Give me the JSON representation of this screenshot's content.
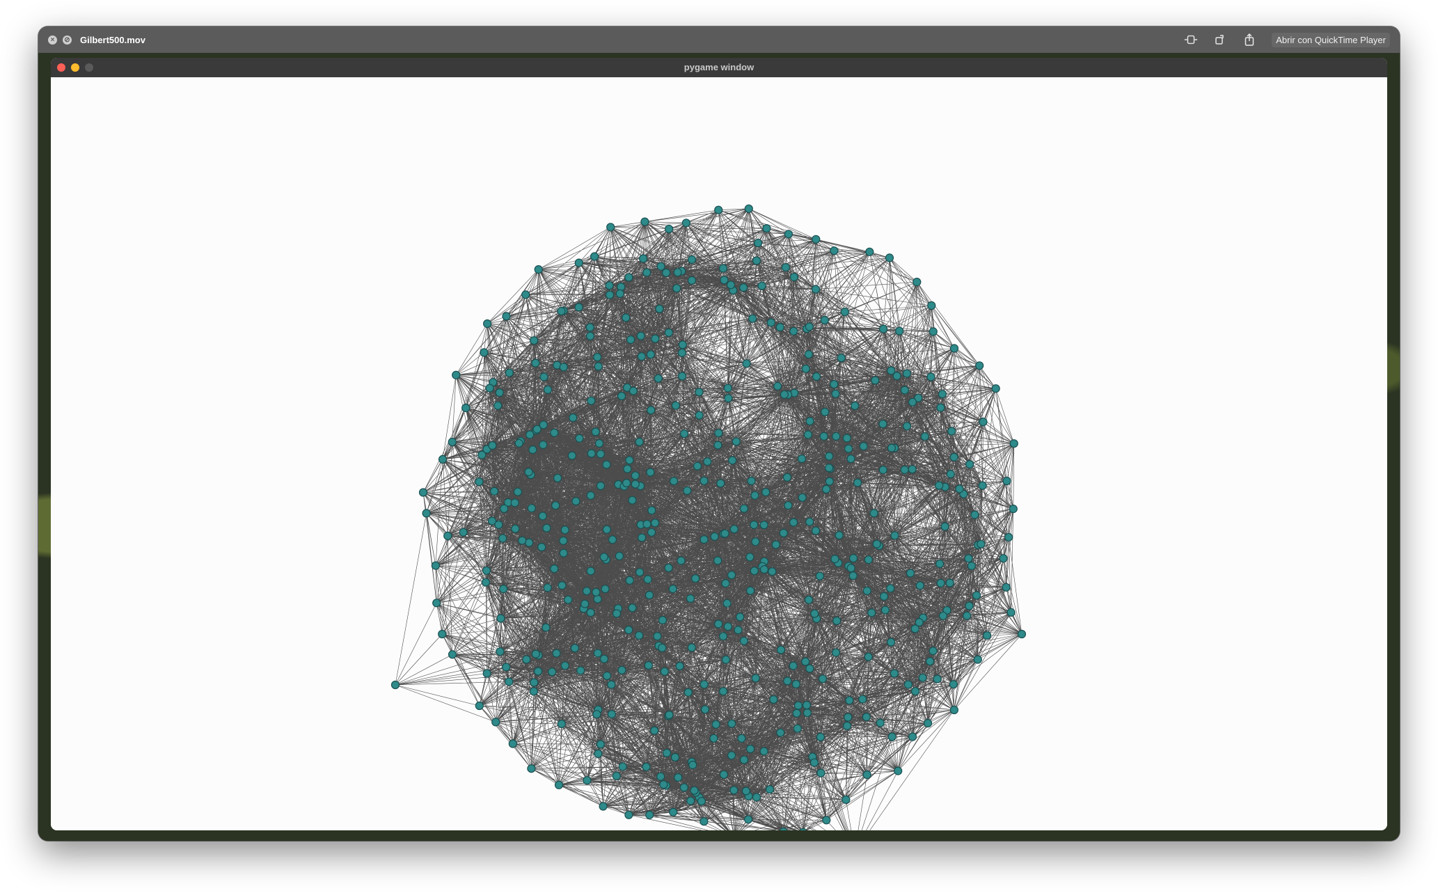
{
  "player": {
    "file_name": "Gilbert500.mov",
    "open_with_label": "Abrir con QuickTime Player",
    "close_icon": "close-icon",
    "hide_icon": "hide-icon",
    "toolbar_icons": [
      "trim-icon",
      "rotate-icon",
      "share-icon"
    ]
  },
  "pygame_window": {
    "title": "pygame window",
    "traffic_lights": {
      "close": "#fe5f57",
      "minimize": "#febc2e",
      "zoom": "#5a5a5a"
    }
  },
  "graph": {
    "model": "random geometric graph",
    "node_count": 500,
    "node_color": "#2f8a8a",
    "node_outline": "#1b4f50",
    "edge_color": "#111111",
    "background": "#fcfcfc"
  }
}
